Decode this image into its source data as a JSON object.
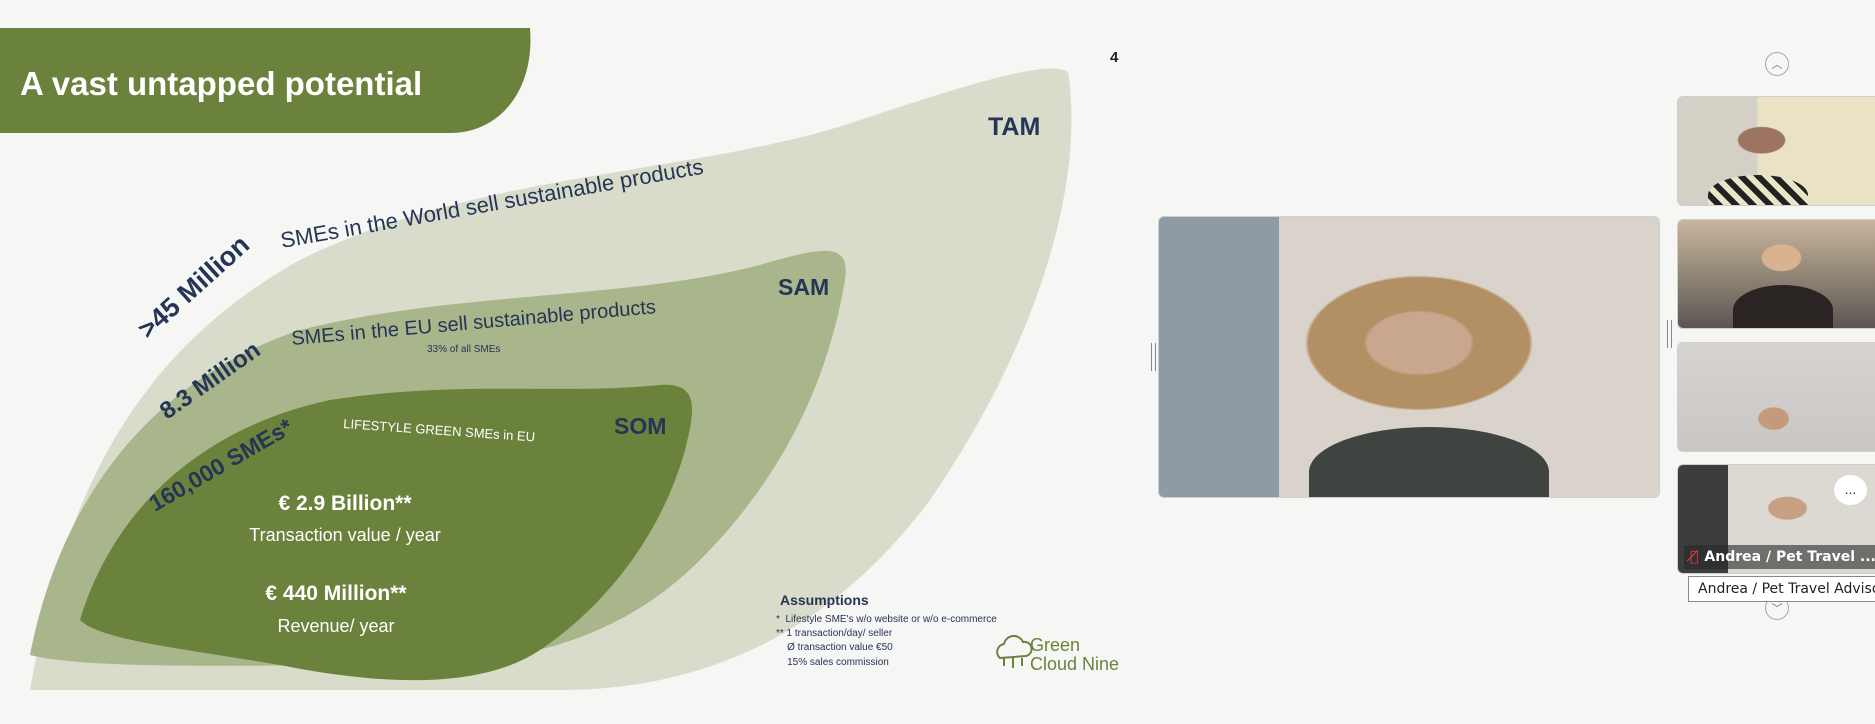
{
  "slide": {
    "title": "A vast untapped potential",
    "page_number": "4",
    "tam": {
      "label": "TAM",
      "value": ">45 Million",
      "desc": "SMEs in the World sell sustainable products"
    },
    "sam": {
      "label": "SAM",
      "value": "8.3 Million",
      "desc": "SMEs in the EU sell sustainable products",
      "note": "33% of all SMEs"
    },
    "som": {
      "label": "SOM",
      "value": "160,000 SMEs*",
      "desc": "LIFESTYLE GREEN SMEs in EU",
      "transaction_value": "€ 2.9 Billion**",
      "transaction_label": "Transaction value / year",
      "revenue": "€ 440 Million**",
      "revenue_label": "Revenue/ year"
    },
    "assumptions": {
      "title": "Assumptions",
      "lines": [
        "*  Lifestyle SME's w/o website or w/o e-commerce",
        "** 1 transaction/day/ seller",
        "    Ø transaction value €50",
        "    15% sales commission"
      ]
    },
    "logo": {
      "line1": "Green",
      "line2": "Cloud Nine"
    },
    "colors": {
      "title_bg": "#6b823c",
      "tam": "#d9dcca",
      "sam": "#a9b58a",
      "som": "#6b823c",
      "navy": "#253556"
    }
  },
  "participants": [
    {
      "name": "Andrea / Pet Travel ...",
      "tooltip": "Andrea / Pet Travel Advisor",
      "more": "..."
    }
  ]
}
